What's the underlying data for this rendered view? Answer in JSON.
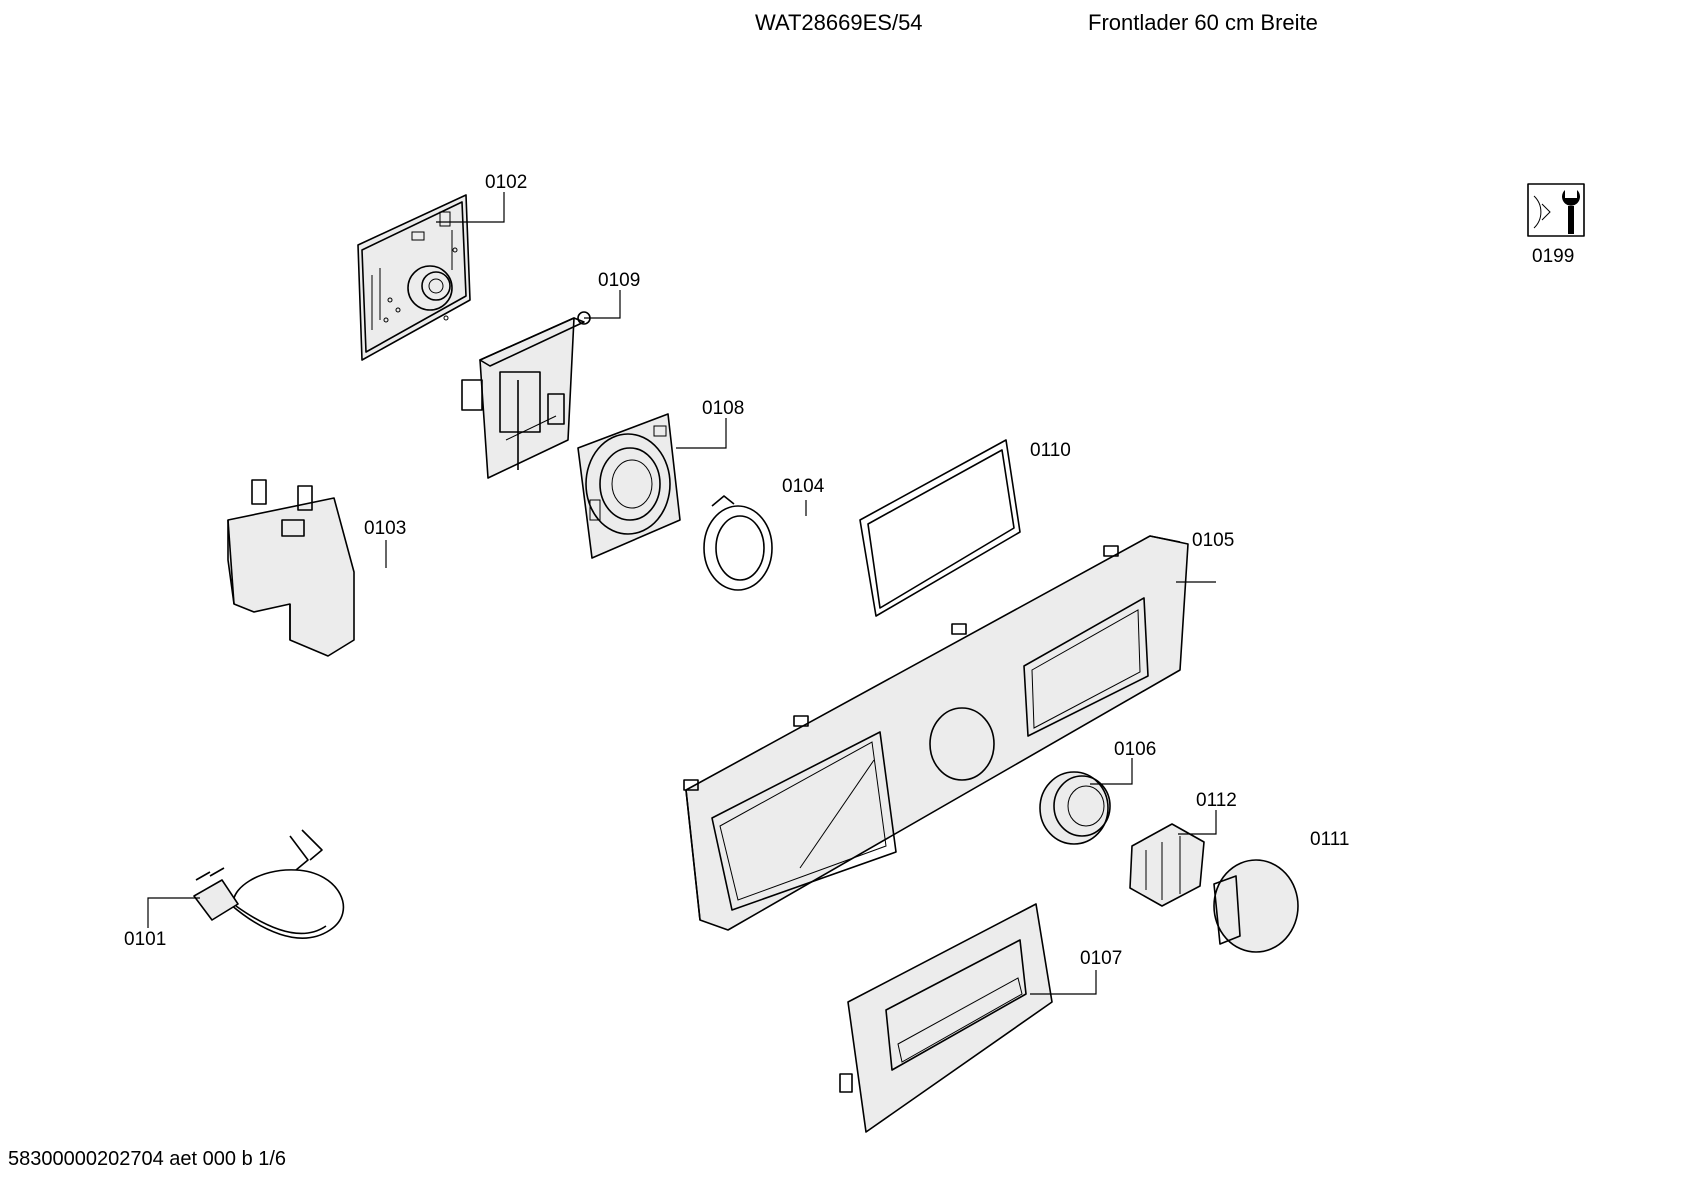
{
  "header": {
    "model": "WAT28669ES/54",
    "description": "Frontlader 60 cm Breite"
  },
  "footer": {
    "code": "58300000202704 aet 000 b 1/6"
  },
  "parts": {
    "p0101": "0101",
    "p0102": "0102",
    "p0103": "0103",
    "p0104": "0104",
    "p0105": "0105",
    "p0106": "0106",
    "p0107": "0107",
    "p0108": "0108",
    "p0109": "0109",
    "p0110": "0110",
    "p0111": "0111",
    "p0112": "0112",
    "p0199": "0199"
  },
  "icons": {
    "service": "wrench-icon"
  }
}
